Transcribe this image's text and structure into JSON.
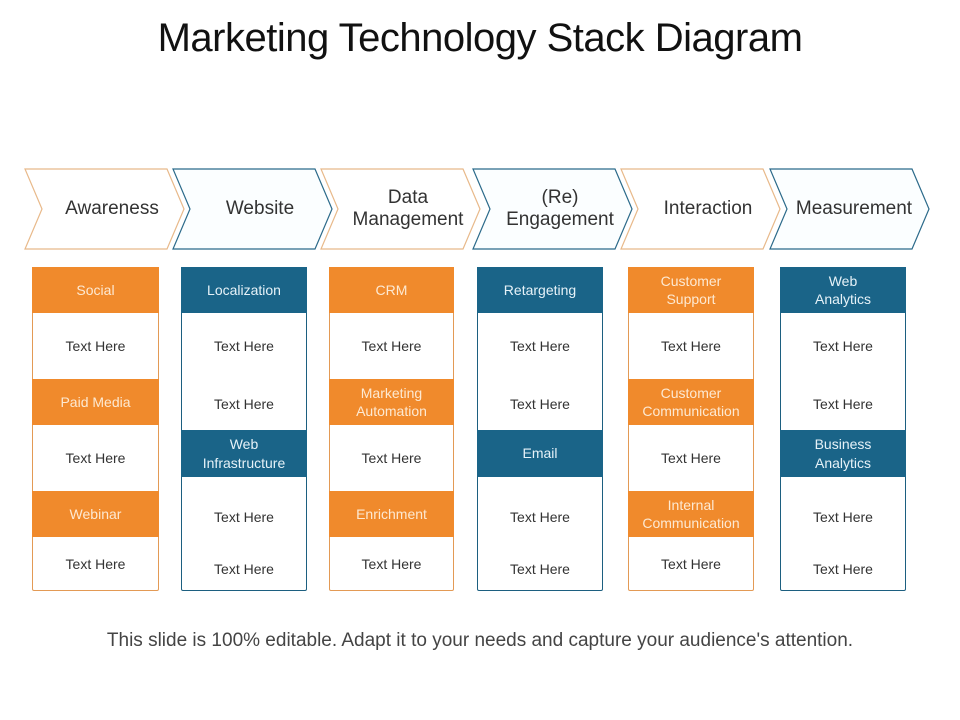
{
  "title": "Marketing Technology Stack Diagram",
  "colors": {
    "orange": "#f08a2c",
    "blue": "#1a6488",
    "orange_border": "#e39a55",
    "blue_border": "#1c5f80"
  },
  "stages": [
    {
      "label": "Awareness",
      "color": "orange"
    },
    {
      "label": "Website",
      "color": "blue"
    },
    {
      "label": "Data\nManagement",
      "color": "orange"
    },
    {
      "label": "(Re)\nEngagement",
      "color": "blue"
    },
    {
      "label": "Interaction",
      "color": "orange"
    },
    {
      "label": "Measurement",
      "color": "blue"
    }
  ],
  "columns": [
    {
      "cells": [
        "Social",
        "Text Here",
        "Paid Media",
        "Text Here",
        "Webinar",
        "Text Here"
      ]
    },
    {
      "cells": [
        "Localization",
        "Text Here",
        "Text Here",
        "Web\nInfrastructure",
        "Text Here",
        "Text Here"
      ]
    },
    {
      "cells": [
        "CRM",
        "Text Here",
        "Marketing\nAutomation",
        "Text Here",
        "Enrichment",
        "Text Here"
      ]
    },
    {
      "cells": [
        "Retargeting",
        "Text Here",
        "Text Here",
        "Email",
        "Text Here",
        "Text Here"
      ]
    },
    {
      "cells": [
        "Customer\nSupport",
        "Text Here",
        "Customer\nCommunication",
        "Text Here",
        "Internal\nCommunication",
        "Text Here"
      ]
    },
    {
      "cells": [
        "Web\nAnalytics",
        "Text Here",
        "Text Here",
        "Business\nAnalytics",
        "Text Here",
        "Text Here"
      ]
    }
  ],
  "footer": "This slide is 100% editable. Adapt it to your needs and capture your audience's attention."
}
